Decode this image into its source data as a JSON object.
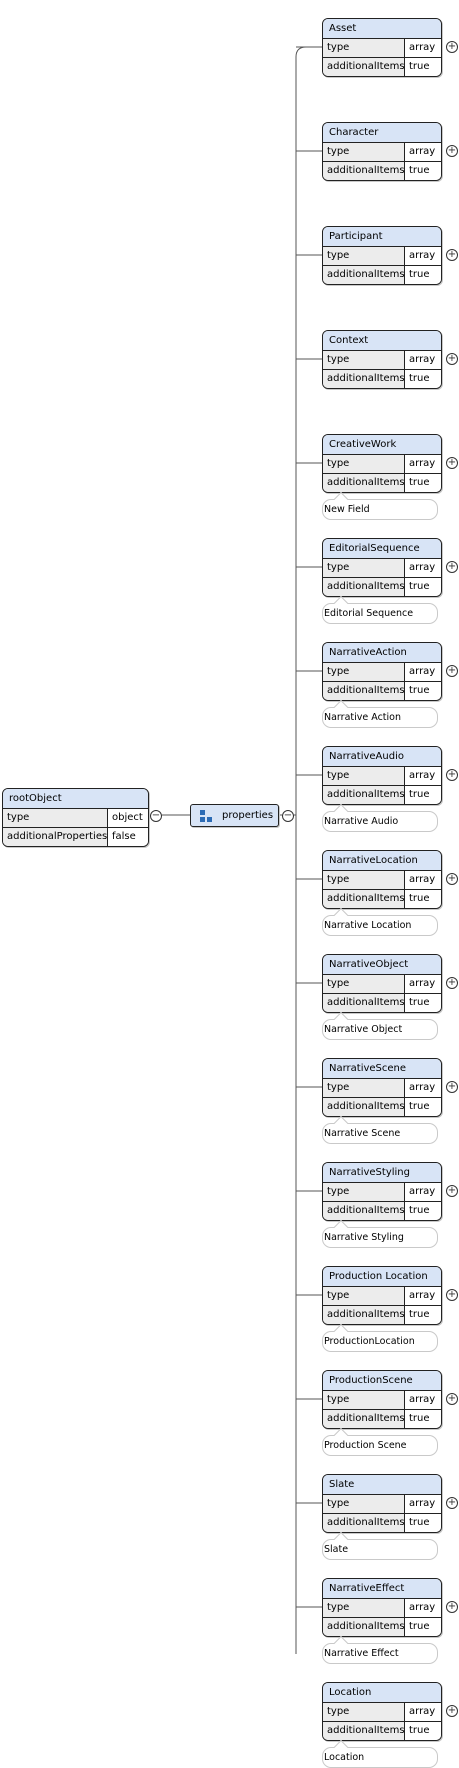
{
  "root": {
    "title": "rootObject",
    "rows": [
      {
        "key": "type",
        "value": "object"
      },
      {
        "key": "additionalProperties",
        "value": "false"
      }
    ]
  },
  "properties_label": "properties",
  "toggle_expand": "+",
  "toggle_collapse": "−",
  "children": [
    {
      "title": "Asset",
      "type_key": "type",
      "type_value": "array",
      "items_key": "additionalItems",
      "items_value": "true",
      "description": ""
    },
    {
      "title": "Character",
      "type_key": "type",
      "type_value": "array",
      "items_key": "additionalItems",
      "items_value": "true",
      "description": ""
    },
    {
      "title": "Participant",
      "type_key": "type",
      "type_value": "array",
      "items_key": "additionalItems",
      "items_value": "true",
      "description": ""
    },
    {
      "title": "Context",
      "type_key": "type",
      "type_value": "array",
      "items_key": "additionalItems",
      "items_value": "true",
      "description": ""
    },
    {
      "title": "CreativeWork",
      "type_key": "type",
      "type_value": "array",
      "items_key": "additionalItems",
      "items_value": "true",
      "description": "New Field"
    },
    {
      "title": "EditorialSequence",
      "type_key": "type",
      "type_value": "array",
      "items_key": "additionalItems",
      "items_value": "true",
      "description": "Editorial Sequence"
    },
    {
      "title": "NarrativeAction",
      "type_key": "type",
      "type_value": "array",
      "items_key": "additionalItems",
      "items_value": "true",
      "description": "Narrative Action"
    },
    {
      "title": "NarrativeAudio",
      "type_key": "type",
      "type_value": "array",
      "items_key": "additionalItems",
      "items_value": "true",
      "description": "Narrative Audio"
    },
    {
      "title": "NarrativeLocation",
      "type_key": "type",
      "type_value": "array",
      "items_key": "additionalItems",
      "items_value": "true",
      "description": "Narrative Location"
    },
    {
      "title": "NarrativeObject",
      "type_key": "type",
      "type_value": "array",
      "items_key": "additionalItems",
      "items_value": "true",
      "description": "Narrative Object"
    },
    {
      "title": "NarrativeScene",
      "type_key": "type",
      "type_value": "array",
      "items_key": "additionalItems",
      "items_value": "true",
      "description": "Narrative Scene"
    },
    {
      "title": "NarrativeStyling",
      "type_key": "type",
      "type_value": "array",
      "items_key": "additionalItems",
      "items_value": "true",
      "description": "Narrative Styling"
    },
    {
      "title": "Production Location",
      "type_key": "type",
      "type_value": "array",
      "items_key": "additionalItems",
      "items_value": "true",
      "description": "ProductionLocation"
    },
    {
      "title": "ProductionScene",
      "type_key": "type",
      "type_value": "array",
      "items_key": "additionalItems",
      "items_value": "true",
      "description": "Production Scene"
    },
    {
      "title": "Slate",
      "type_key": "type",
      "type_value": "array",
      "items_key": "additionalItems",
      "items_value": "true",
      "description": "Slate"
    },
    {
      "title": "NarrativeEffect",
      "type_key": "type",
      "type_value": "array",
      "items_key": "additionalItems",
      "items_value": "true",
      "description": "Narrative Effect"
    },
    {
      "title": "Location",
      "type_key": "type",
      "type_value": "array",
      "items_key": "additionalItems",
      "items_value": "true",
      "description": "Location"
    }
  ]
}
